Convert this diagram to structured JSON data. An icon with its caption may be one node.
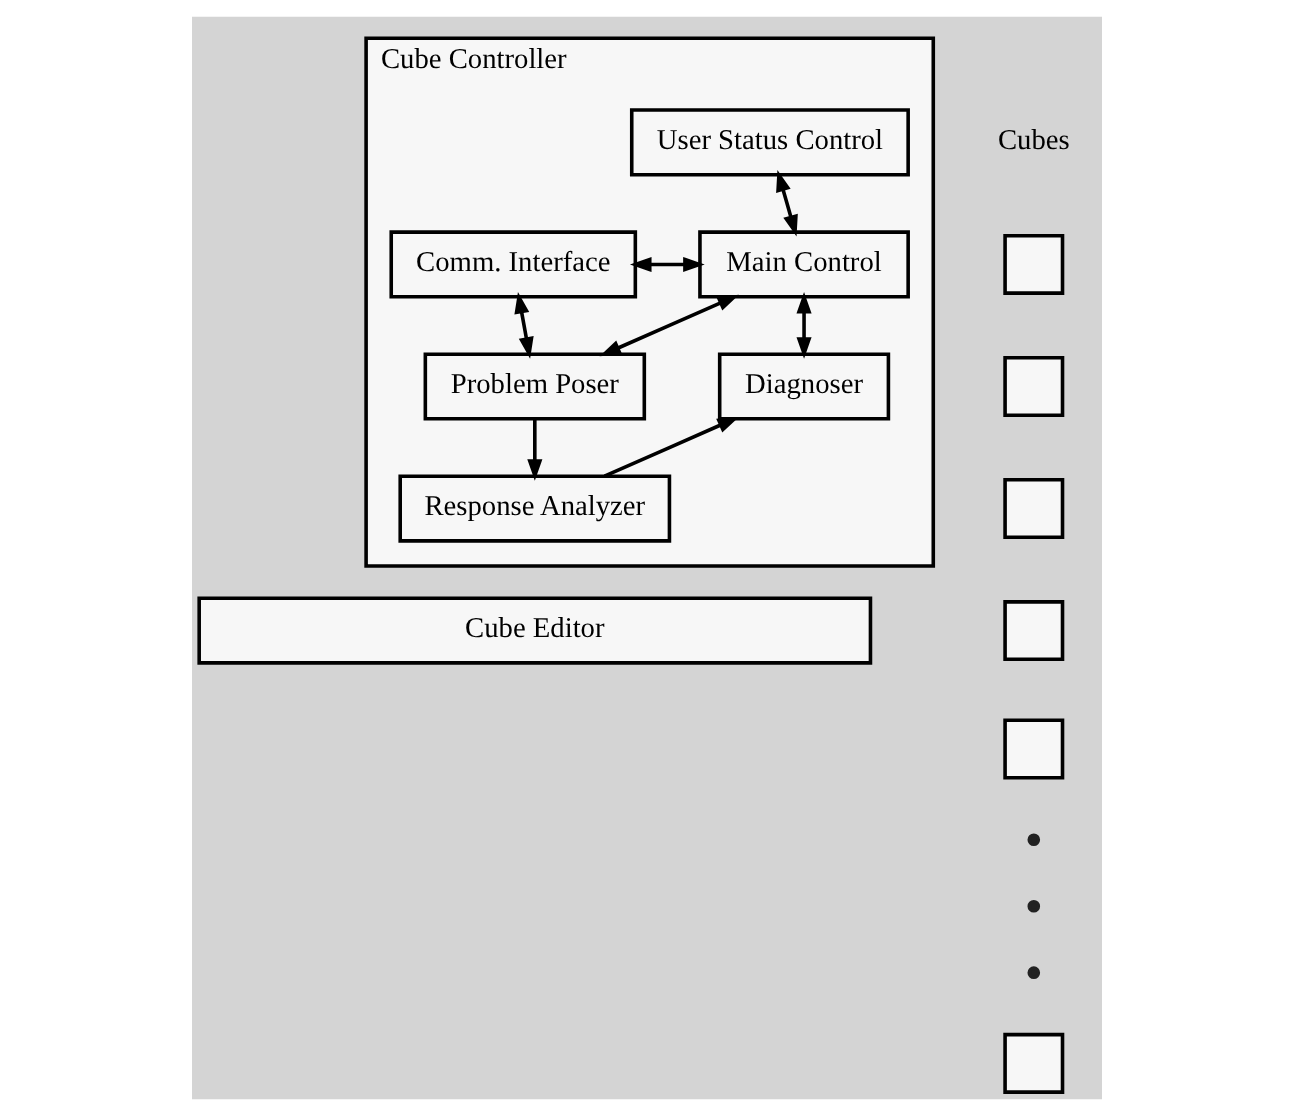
{
  "diagram": {
    "nodes": [
      {
        "text": [
          "Cube Controller"
        ]
      },
      {
        "text": [
          "User Status Control"
        ],
        "in": 0
      },
      {
        "text": [
          "Comm. Interface"
        ],
        "in": 0
      },
      {
        "text": [
          "Main Control"
        ],
        "in": 0
      },
      {
        "text": [
          "Problem Poser"
        ],
        "in": 0
      },
      {
        "text": [
          "Diagnoser"
        ],
        "in": 0
      },
      {
        "text": [
          "Response Analyzer"
        ],
        "in": 0
      },
      {
        "text": [
          "Cube Editor"
        ]
      },
      {
        "text": [],
        "shape": "box"
      },
      {
        "text": [],
        "shape": "box"
      },
      {
        "text": [],
        "shape": "box"
      },
      {
        "text": [],
        "shape": "box"
      },
      {
        "text": [],
        "shape": "box"
      },
      {
        "text": [],
        "shape": "box"
      }
    ],
    "edges": [
      {
        "from": 1,
        "to": 3,
        "arrow": "both"
      },
      {
        "from": 2,
        "to": 3,
        "arrow": "both"
      },
      {
        "from": 2,
        "to": 4,
        "arrow": "both"
      },
      {
        "from": 3,
        "to": 4,
        "arrow": "both"
      },
      {
        "from": 3,
        "to": 5,
        "arrow": "both"
      },
      {
        "from": 4,
        "to": 6,
        "arrow": "to"
      },
      {
        "from": 6,
        "to": 5,
        "arrow": "to"
      }
    ],
    "labels": [
      "Cubes"
    ]
  }
}
